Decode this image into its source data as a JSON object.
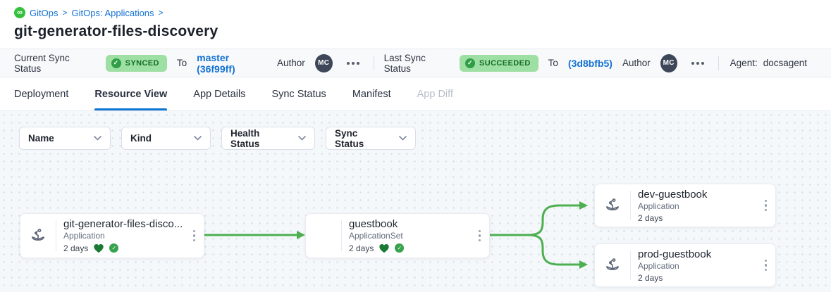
{
  "breadcrumb": {
    "separator": ">",
    "items": [
      {
        "label": "GitOps"
      },
      {
        "label": "GitOps: Applications"
      }
    ]
  },
  "page_title": "git-generator-files-discovery",
  "status_bar": {
    "current_sync": {
      "label": "Current Sync Status",
      "status": "SYNCED",
      "to_label": "To",
      "revision": "master (36f99ff)",
      "author_label": "Author",
      "author_initials": "MC"
    },
    "last_sync": {
      "label": "Last Sync Status",
      "status": "SUCCEEDED",
      "to_label": "To",
      "revision": "(3d8bfb5)",
      "author_label": "Author",
      "author_initials": "MC"
    },
    "agent_label": "Agent:",
    "agent_value": "docsagent"
  },
  "tabs": [
    {
      "label": "Deployment"
    },
    {
      "label": "Resource View"
    },
    {
      "label": "App Details"
    },
    {
      "label": "Sync Status"
    },
    {
      "label": "Manifest"
    },
    {
      "label": "App Diff"
    }
  ],
  "filters": [
    {
      "label": "Name"
    },
    {
      "label": "Kind"
    },
    {
      "label": "Health Status"
    },
    {
      "label": "Sync Status"
    }
  ],
  "graph": {
    "edge_color": "#4caf50",
    "nodes": [
      {
        "title": "git-generator-files-disco...",
        "kind": "Application",
        "age": "2 days",
        "healthy": true,
        "synced": true
      },
      {
        "title": "guestbook",
        "kind": "ApplicationSet",
        "age": "2 days",
        "healthy": true,
        "synced": true
      },
      {
        "title": "dev-guestbook",
        "kind": "Application",
        "age": "2 days",
        "healthy": false,
        "synced": false
      },
      {
        "title": "prod-guestbook",
        "kind": "Application",
        "age": "2 days",
        "healthy": false,
        "synced": false
      }
    ]
  },
  "colors": {
    "accent_blue": "#1372d3",
    "tab_underline": "#0d74d1",
    "badge_bg": "#9edfa4",
    "badge_text": "#146e2a",
    "health_heart": "#1b7a33",
    "edge_green": "#4caf50"
  },
  "glyphs": {
    "check": "✓",
    "breadcrumb_logo": "∞"
  }
}
